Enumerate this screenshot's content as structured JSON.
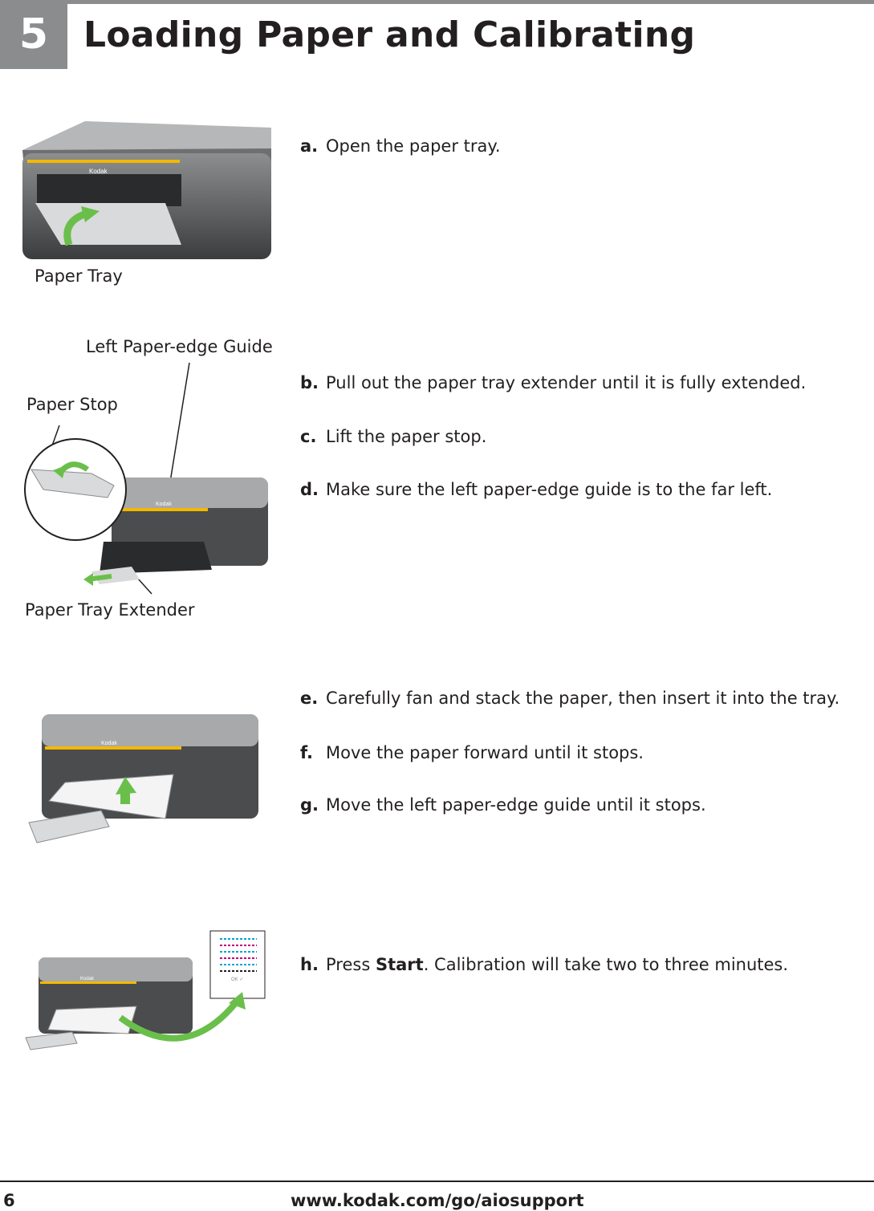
{
  "header": {
    "chapter_number": "5",
    "title": "Loading Paper and Calibrating"
  },
  "figures": {
    "fig1": {
      "label_paper_tray": "Paper Tray",
      "brand": "Kodak"
    },
    "fig2": {
      "label_left_guide": "Left Paper-edge Guide",
      "label_paper_stop": "Paper Stop",
      "label_extender": "Paper Tray Extender",
      "brand": "Kodak"
    },
    "fig3": {
      "brand": "Kodak"
    },
    "fig4": {
      "brand": "Kodak",
      "page_mark": "OK ✓"
    }
  },
  "steps": [
    {
      "letter": "a.",
      "text": "Open the paper tray."
    },
    {
      "letter": "b.",
      "text": "Pull out the paper tray extender until it is fully extended."
    },
    {
      "letter": "c.",
      "text": "Lift the paper stop."
    },
    {
      "letter": "d.",
      "text": "Make sure the left paper-edge guide is to the far left."
    },
    {
      "letter": "e.",
      "text": "Carefully fan and stack the paper, then insert it into the tray."
    },
    {
      "letter": "f.",
      "text": "Move the paper forward until it stops."
    },
    {
      "letter": "g.",
      "text": "Move the left paper-edge guide until it stops."
    },
    {
      "letter": "h.",
      "text_before": "Press ",
      "text_bold": "Start",
      "text_after": ". Calibration will take two to three minutes."
    }
  ],
  "footer": {
    "page_number": "6",
    "url": "www.kodak.com/go/aiosupport"
  },
  "colors": {
    "accent_gray": "#8a8c8e",
    "arrow_green": "#6abf4b",
    "kodak_yellow": "#f2b800"
  }
}
